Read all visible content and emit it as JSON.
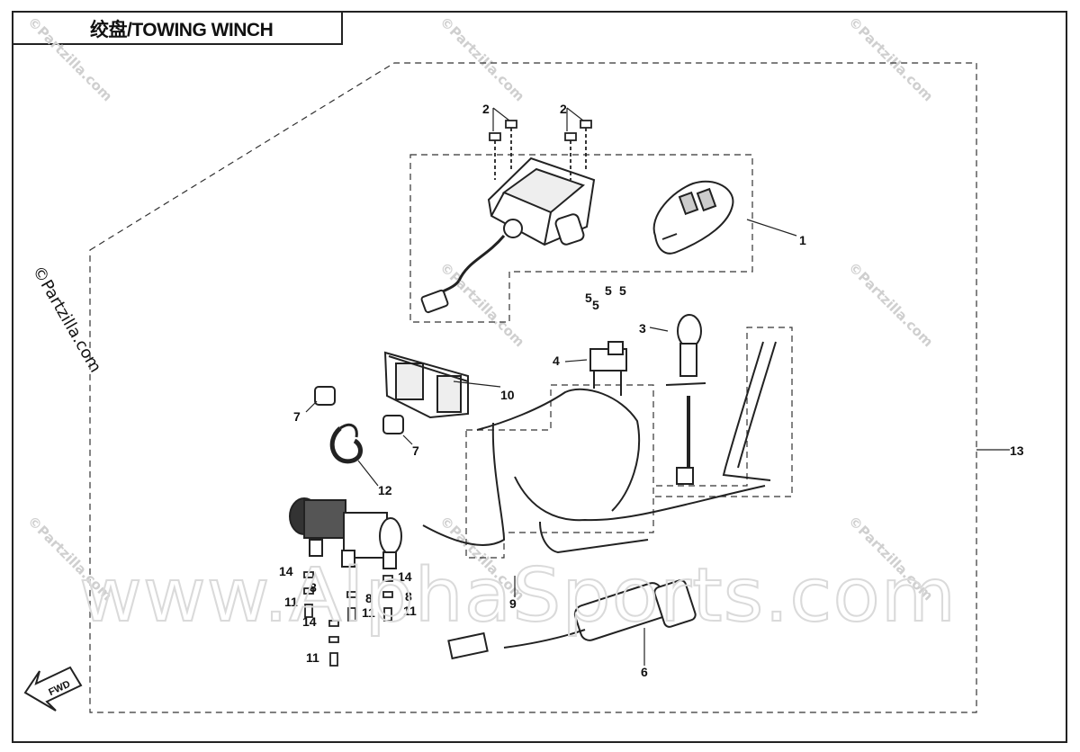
{
  "title": "绞盘/TOWING WINCH",
  "side_copyright": "©Partzilla.com",
  "watermark_small": "©Partzilla.com",
  "watermark_large": "www.AlphaSports.com",
  "fwd_label": "FWD",
  "callouts": {
    "c1": "1",
    "c2a": "2",
    "c2b": "2",
    "c3": "3",
    "c4": "4",
    "c5a": "5",
    "c5b": "5",
    "c5c": "5",
    "c5d": "5",
    "c6": "6",
    "c7a": "7",
    "c7b": "7",
    "c8a": "8",
    "c8b": "8",
    "c8c": "8",
    "c9": "9",
    "c10": "10",
    "c11a": "11",
    "c11b": "11",
    "c11c": "11",
    "c11d": "11",
    "c12": "12",
    "c13": "13",
    "c14a": "14",
    "c14b": "14",
    "c14c": "14"
  },
  "colors": {
    "line": "#222222",
    "watermark": "#d0d0d0"
  }
}
